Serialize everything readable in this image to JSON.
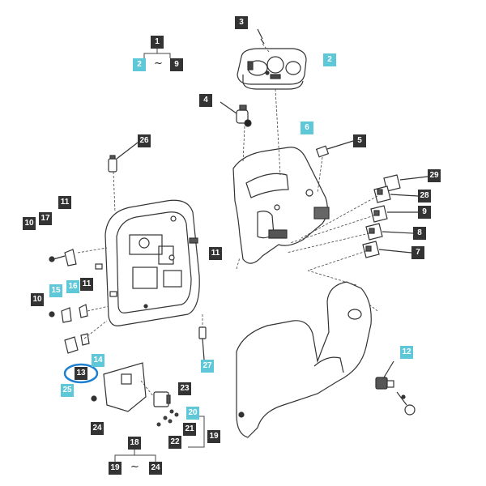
{
  "colors": {
    "dark_label": "#333333",
    "cyan_label": "#5ec8d8",
    "highlight_ring": "#1f7fd0",
    "line": "#444444"
  },
  "groups": {
    "top": {
      "head": "1",
      "from": "2",
      "sep": "~",
      "to": "9"
    },
    "bottom": {
      "head": "18",
      "from": "19",
      "sep": "~",
      "to": "24"
    }
  },
  "callouts": {
    "c3": "3",
    "c2": "2",
    "c4": "4",
    "c6": "6",
    "c5": "5",
    "c26": "26",
    "c29": "29",
    "c28": "28",
    "c9": "9",
    "c8": "8",
    "c7": "7",
    "c11a": "11",
    "c17": "17",
    "c10a": "10",
    "c11b": "11",
    "c15": "15",
    "c16": "16",
    "c11c": "11",
    "c10b": "10",
    "c14": "14",
    "c13": "13",
    "c25": "25",
    "c27": "27",
    "c12": "12",
    "c23": "23",
    "c20": "20",
    "c21": "21",
    "c22": "22",
    "c19": "19",
    "c24": "24"
  }
}
